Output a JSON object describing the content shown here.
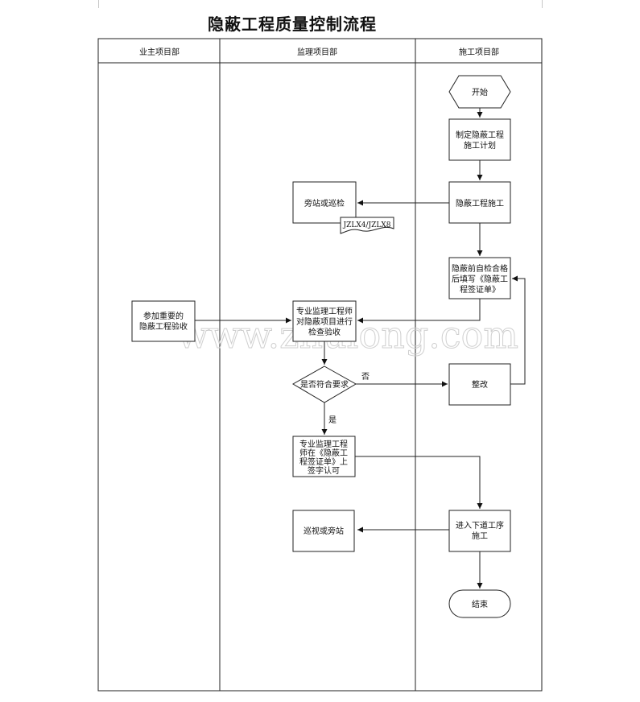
{
  "title": "隐蔽工程质量控制流程",
  "lanes": [
    {
      "label": "业主项目部"
    },
    {
      "label": "监理项目部"
    },
    {
      "label": "施工项目部"
    }
  ],
  "nodes": {
    "start": "开始",
    "plan": [
      "制定隐蔽工程",
      "施工计划"
    ],
    "construct": "隐蔽工程施工",
    "side_check": "旁站或巡检",
    "side_doc": "JZLX4/JZLX8",
    "self_check": [
      "隐蔽前自检合格",
      "后填写《隐蔽工",
      "程签证单》"
    ],
    "owner_accept": [
      "参加重要的",
      "隐蔽工程验收"
    ],
    "inspect": [
      "专业监理工程师",
      "对隐蔽项目进行",
      "检查验收"
    ],
    "decision": "是否符合要求",
    "fix": "整改",
    "sign": [
      "专业监理工程",
      "师在《隐蔽工",
      "程签证单》上",
      "签字认可"
    ],
    "next": [
      "进入下道工序",
      "施工"
    ],
    "patrol": "巡视或旁站",
    "end": "结束"
  },
  "edge_labels": {
    "no": "否",
    "yes": "是"
  },
  "watermark": "www.zhulong.com"
}
